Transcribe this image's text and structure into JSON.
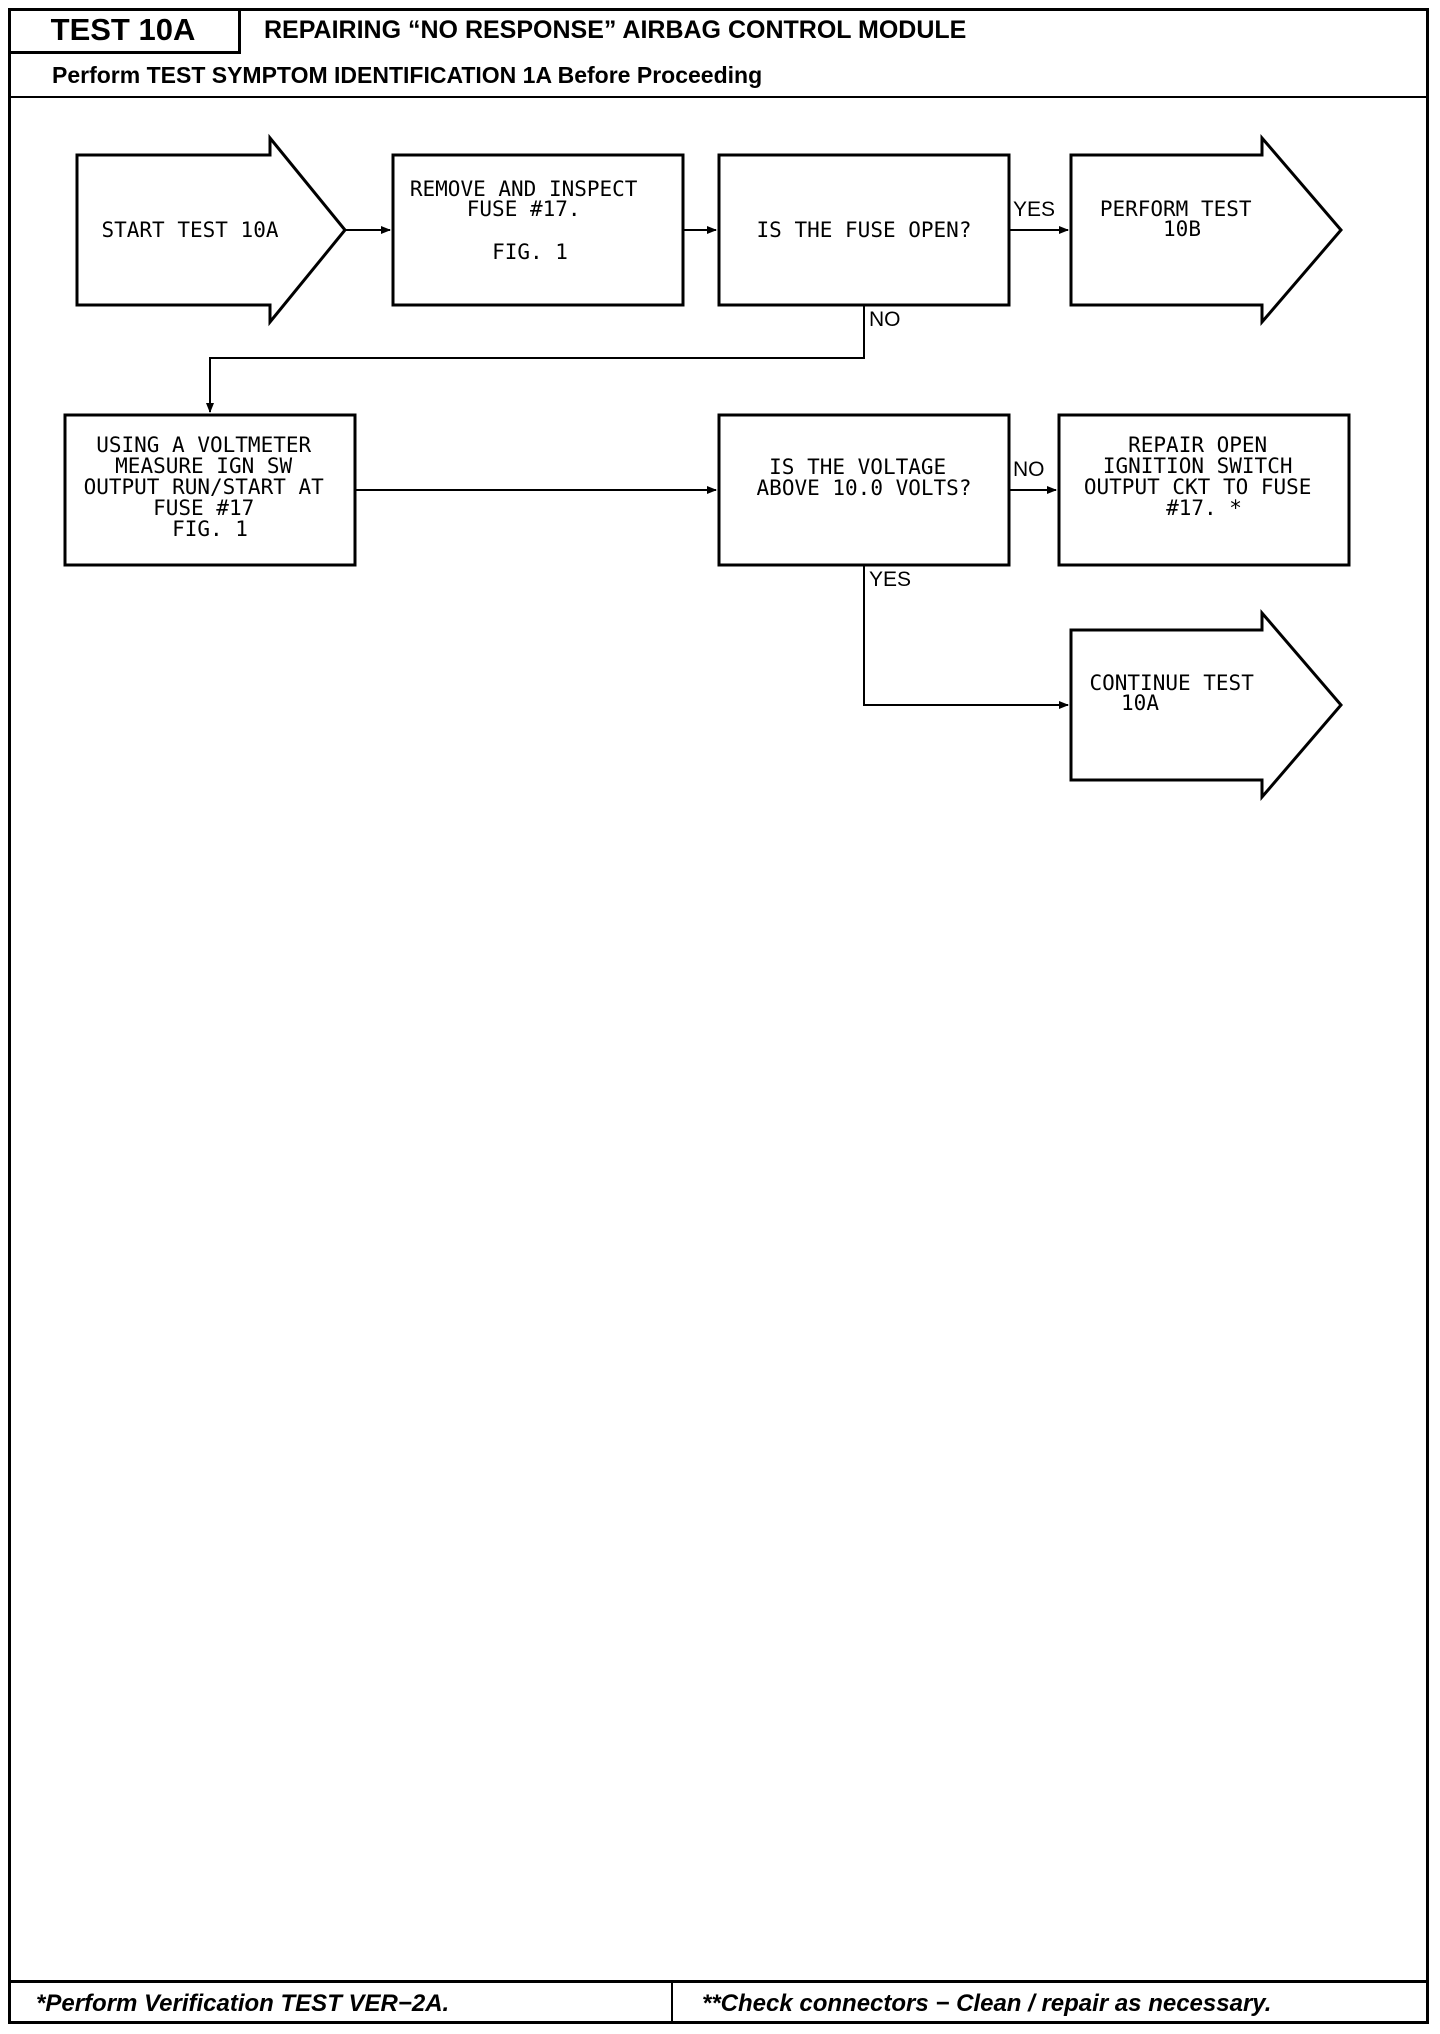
{
  "header": {
    "test_label": "TEST 10A",
    "title": "REPAIRING “NO RESPONSE” AIRBAG CONTROL MODULE",
    "subtitle": "Perform TEST SYMPTOM IDENTIFICATION 1A Before Proceeding"
  },
  "nodes": {
    "start": [
      "START TEST 10A"
    ],
    "inspect": [
      "REMOVE AND INSPECT",
      "FUSE #17.",
      "",
      "FIG. 1"
    ],
    "fuse_open": [
      "IS THE FUSE OPEN?"
    ],
    "perform_10b": [
      "PERFORM TEST",
      "10B"
    ],
    "voltmeter": [
      "USING A VOLTMETER",
      "MEASURE IGN SW",
      "OUTPUT RUN/START AT",
      "FUSE #17",
      "FIG. 1"
    ],
    "voltage_q": [
      "IS THE VOLTAGE",
      "ABOVE 10.0 VOLTS?"
    ],
    "repair": [
      "REPAIR OPEN",
      "IGNITION SWITCH",
      "OUTPUT CKT TO FUSE",
      "#17. *"
    ],
    "continue": [
      "CONTINUE TEST",
      "10A"
    ]
  },
  "edge_labels": {
    "fuse_yes": "YES",
    "fuse_no": "NO",
    "volt_no": "NO",
    "volt_yes": "YES"
  },
  "footer": {
    "left": "*Perform Verification TEST VER−2A.",
    "right": "**Check connectors − Clean / repair as necessary."
  }
}
